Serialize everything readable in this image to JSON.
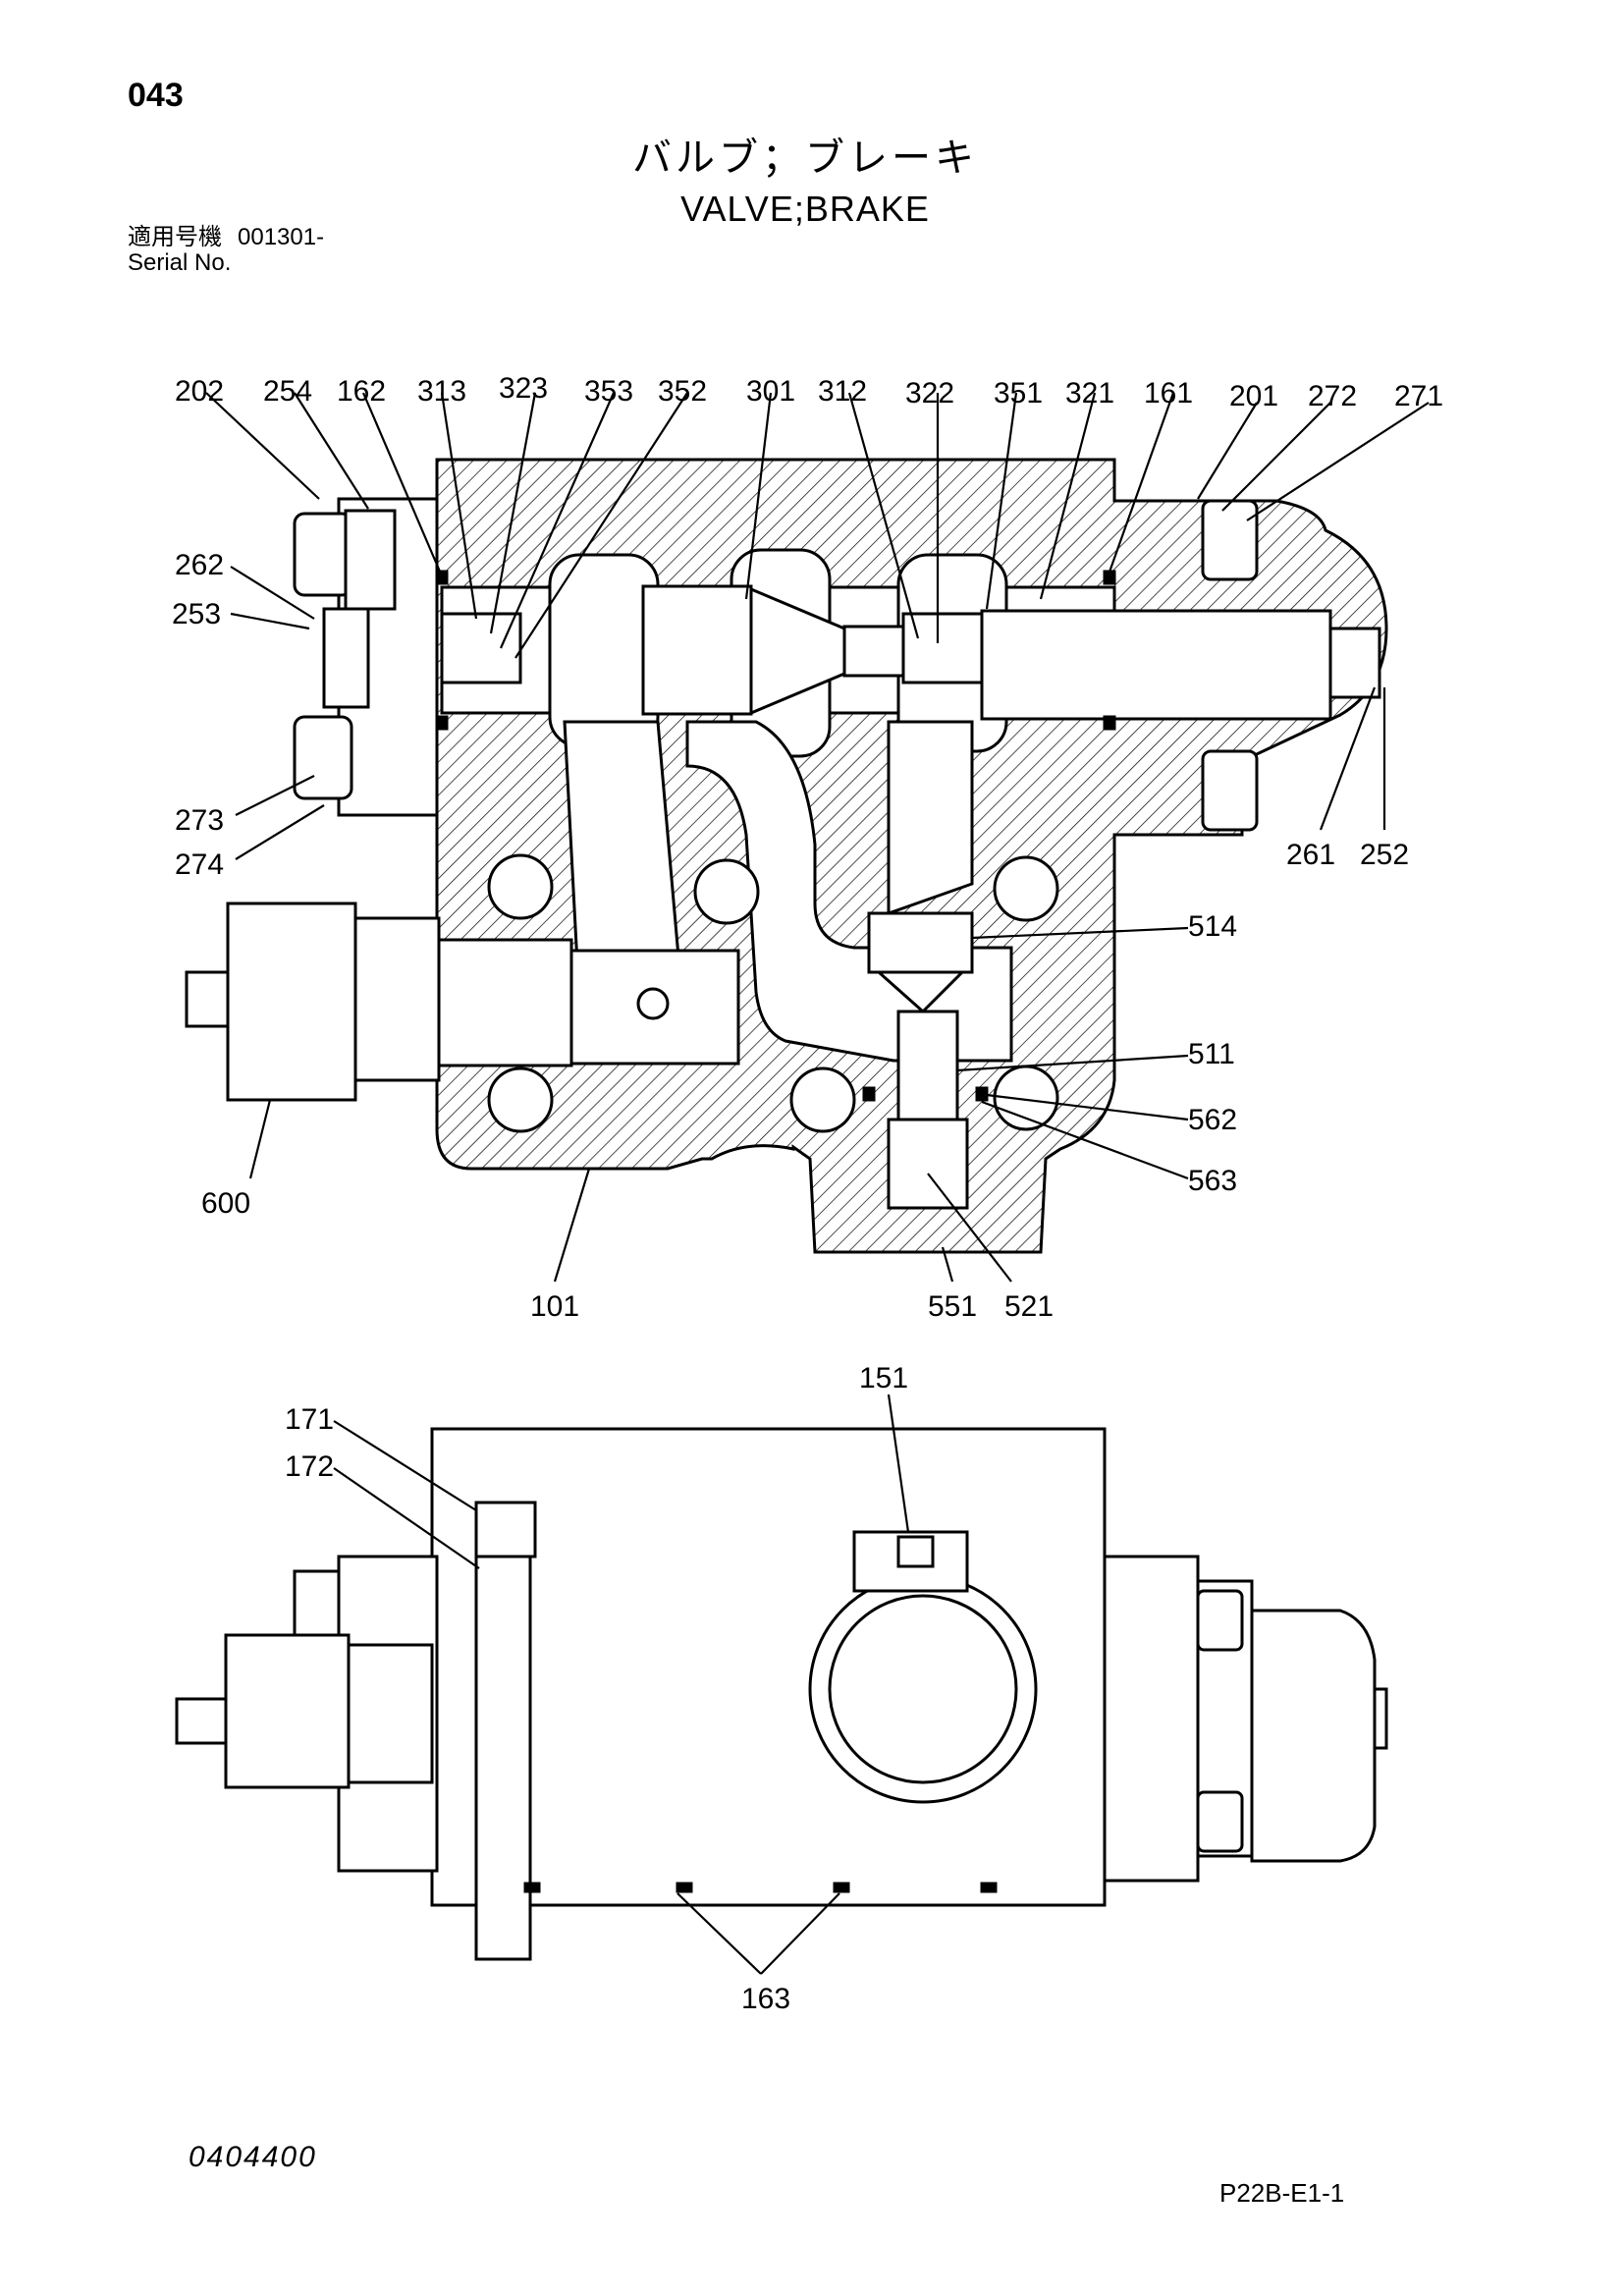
{
  "page_number": "043",
  "title": {
    "japanese": "バルブ；ブレーキ",
    "english": "VALVE;BRAKE"
  },
  "serial": {
    "label_japanese": "適用号機",
    "value": "001301-",
    "label_english": "Serial No."
  },
  "callouts": {
    "c202": "202",
    "c254": "254",
    "c162": "162",
    "c313": "313",
    "c323": "323",
    "c353": "353",
    "c352": "352",
    "c301": "301",
    "c312": "312",
    "c322": "322",
    "c351": "351",
    "c321": "321",
    "c161": "161",
    "c201": "201",
    "c272": "272",
    "c271": "271",
    "c262": "262",
    "c253": "253",
    "c273": "273",
    "c274": "274",
    "c261": "261",
    "c252": "252",
    "c514": "514",
    "c511": "511",
    "c562": "562",
    "c563": "563",
    "c600": "600",
    "c101": "101",
    "c551": "551",
    "c521": "521",
    "c151": "151",
    "c171": "171",
    "c172": "172",
    "c163": "163"
  },
  "doc_number": "0404400",
  "page_ref": "P22B-E1-1"
}
